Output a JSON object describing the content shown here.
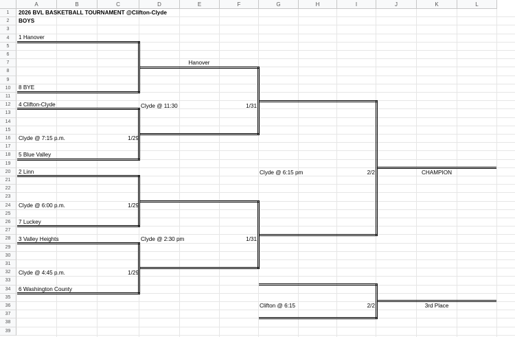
{
  "columns": [
    "A",
    "B",
    "C",
    "D",
    "E",
    "F",
    "G",
    "H",
    "I",
    "J",
    "K",
    "L"
  ],
  "rows": [
    "1",
    "2",
    "3",
    "4",
    "5",
    "6",
    "7",
    "8",
    "9",
    "10",
    "11",
    "12",
    "13",
    "14",
    "15",
    "16",
    "17",
    "18",
    "19",
    "20",
    "21",
    "22",
    "23",
    "24",
    "25",
    "26",
    "27",
    "28",
    "29",
    "30",
    "31",
    "32",
    "33",
    "34",
    "35",
    "36",
    "37",
    "38",
    "39"
  ],
  "title": "2026 BVL BASKETBALL TOURNAMENT @Clifton-Clyde",
  "subtitle": "BOYS",
  "round1": {
    "team1": "1   Hanover",
    "team8": "8 BYE",
    "team4": "4  Clifton-Clyde",
    "game45": "Clyde @ 7:15 p.m.",
    "date45": "1/29",
    "team5": "5 Blue Valley",
    "team2": "2  Linn",
    "game27": "Clyde @ 6:00 p.m.",
    "date27": "1/29",
    "team7": "7  Luckey",
    "team3": "3  Valley Heights",
    "game36": "Clyde @ 4:45 p.m.",
    "date36": "1/29",
    "team6": "6 Washington County"
  },
  "round2": {
    "winner_top": "Hanover",
    "game_top": "Clyde @ 11:30",
    "date_top": "1/31",
    "game_bottom": "Clyde @ 2:30 pm",
    "date_bottom": "1/31"
  },
  "final": {
    "game": "Clyde @ 6:15 pm",
    "date": "2/2",
    "champion": "CHAMPION"
  },
  "third": {
    "game": "Clifton @ 6:15",
    "date": "2/2",
    "label": "3rd Place"
  }
}
